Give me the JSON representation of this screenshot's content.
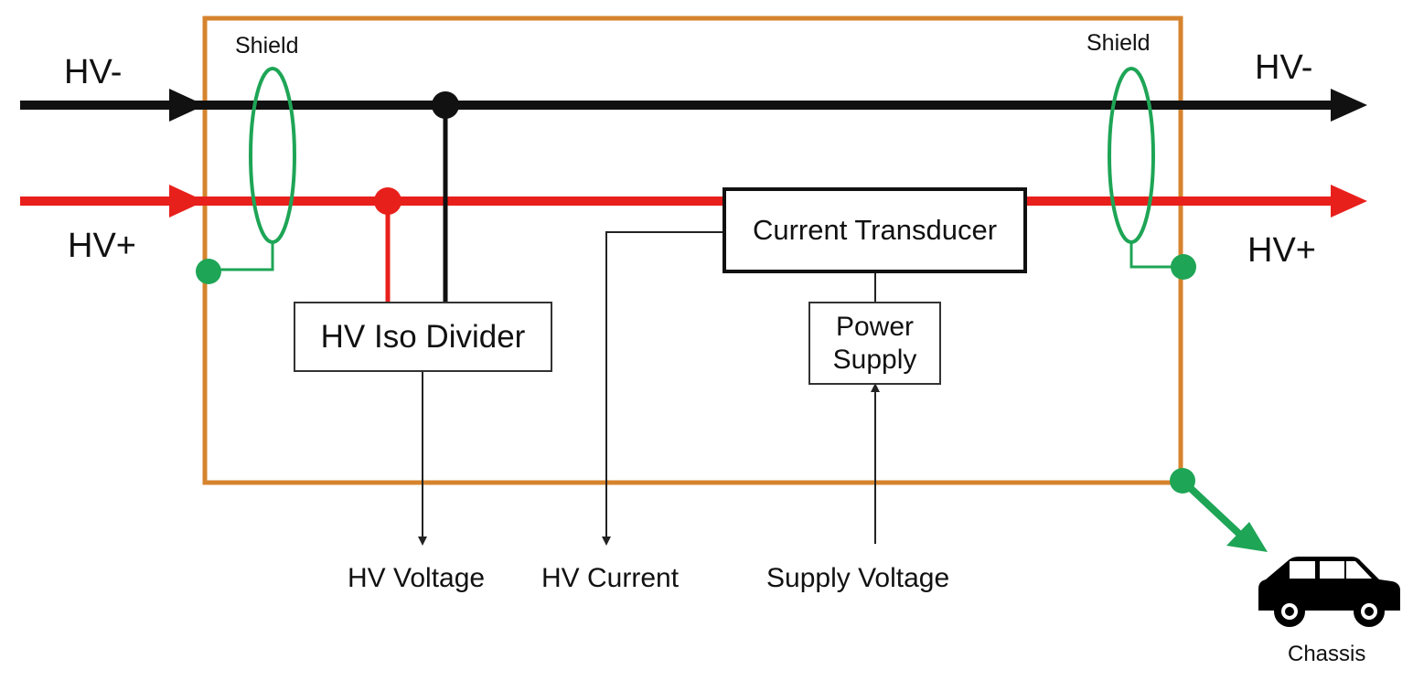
{
  "labels": {
    "hv_minus_left": "HV-",
    "hv_minus_right": "HV-",
    "hv_plus_left": "HV+",
    "hv_plus_right": "HV+",
    "shield_left": "Shield",
    "shield_right": "Shield"
  },
  "components": {
    "iso_divider": "HV Iso Divider",
    "current_transducer": "Current Transducer",
    "power_supply_line1": "Power",
    "power_supply_line2": "Supply"
  },
  "outputs": {
    "hv_voltage": "HV Voltage",
    "hv_current": "HV Current",
    "supply_voltage": "Supply Voltage"
  },
  "chassis": {
    "label": "Chassis",
    "icon": "car-icon"
  },
  "colors": {
    "enclosure": "#d6832e",
    "hv_minus": "#111111",
    "hv_plus": "#e8201c",
    "shield": "#1ea556",
    "signal": "#222222"
  }
}
